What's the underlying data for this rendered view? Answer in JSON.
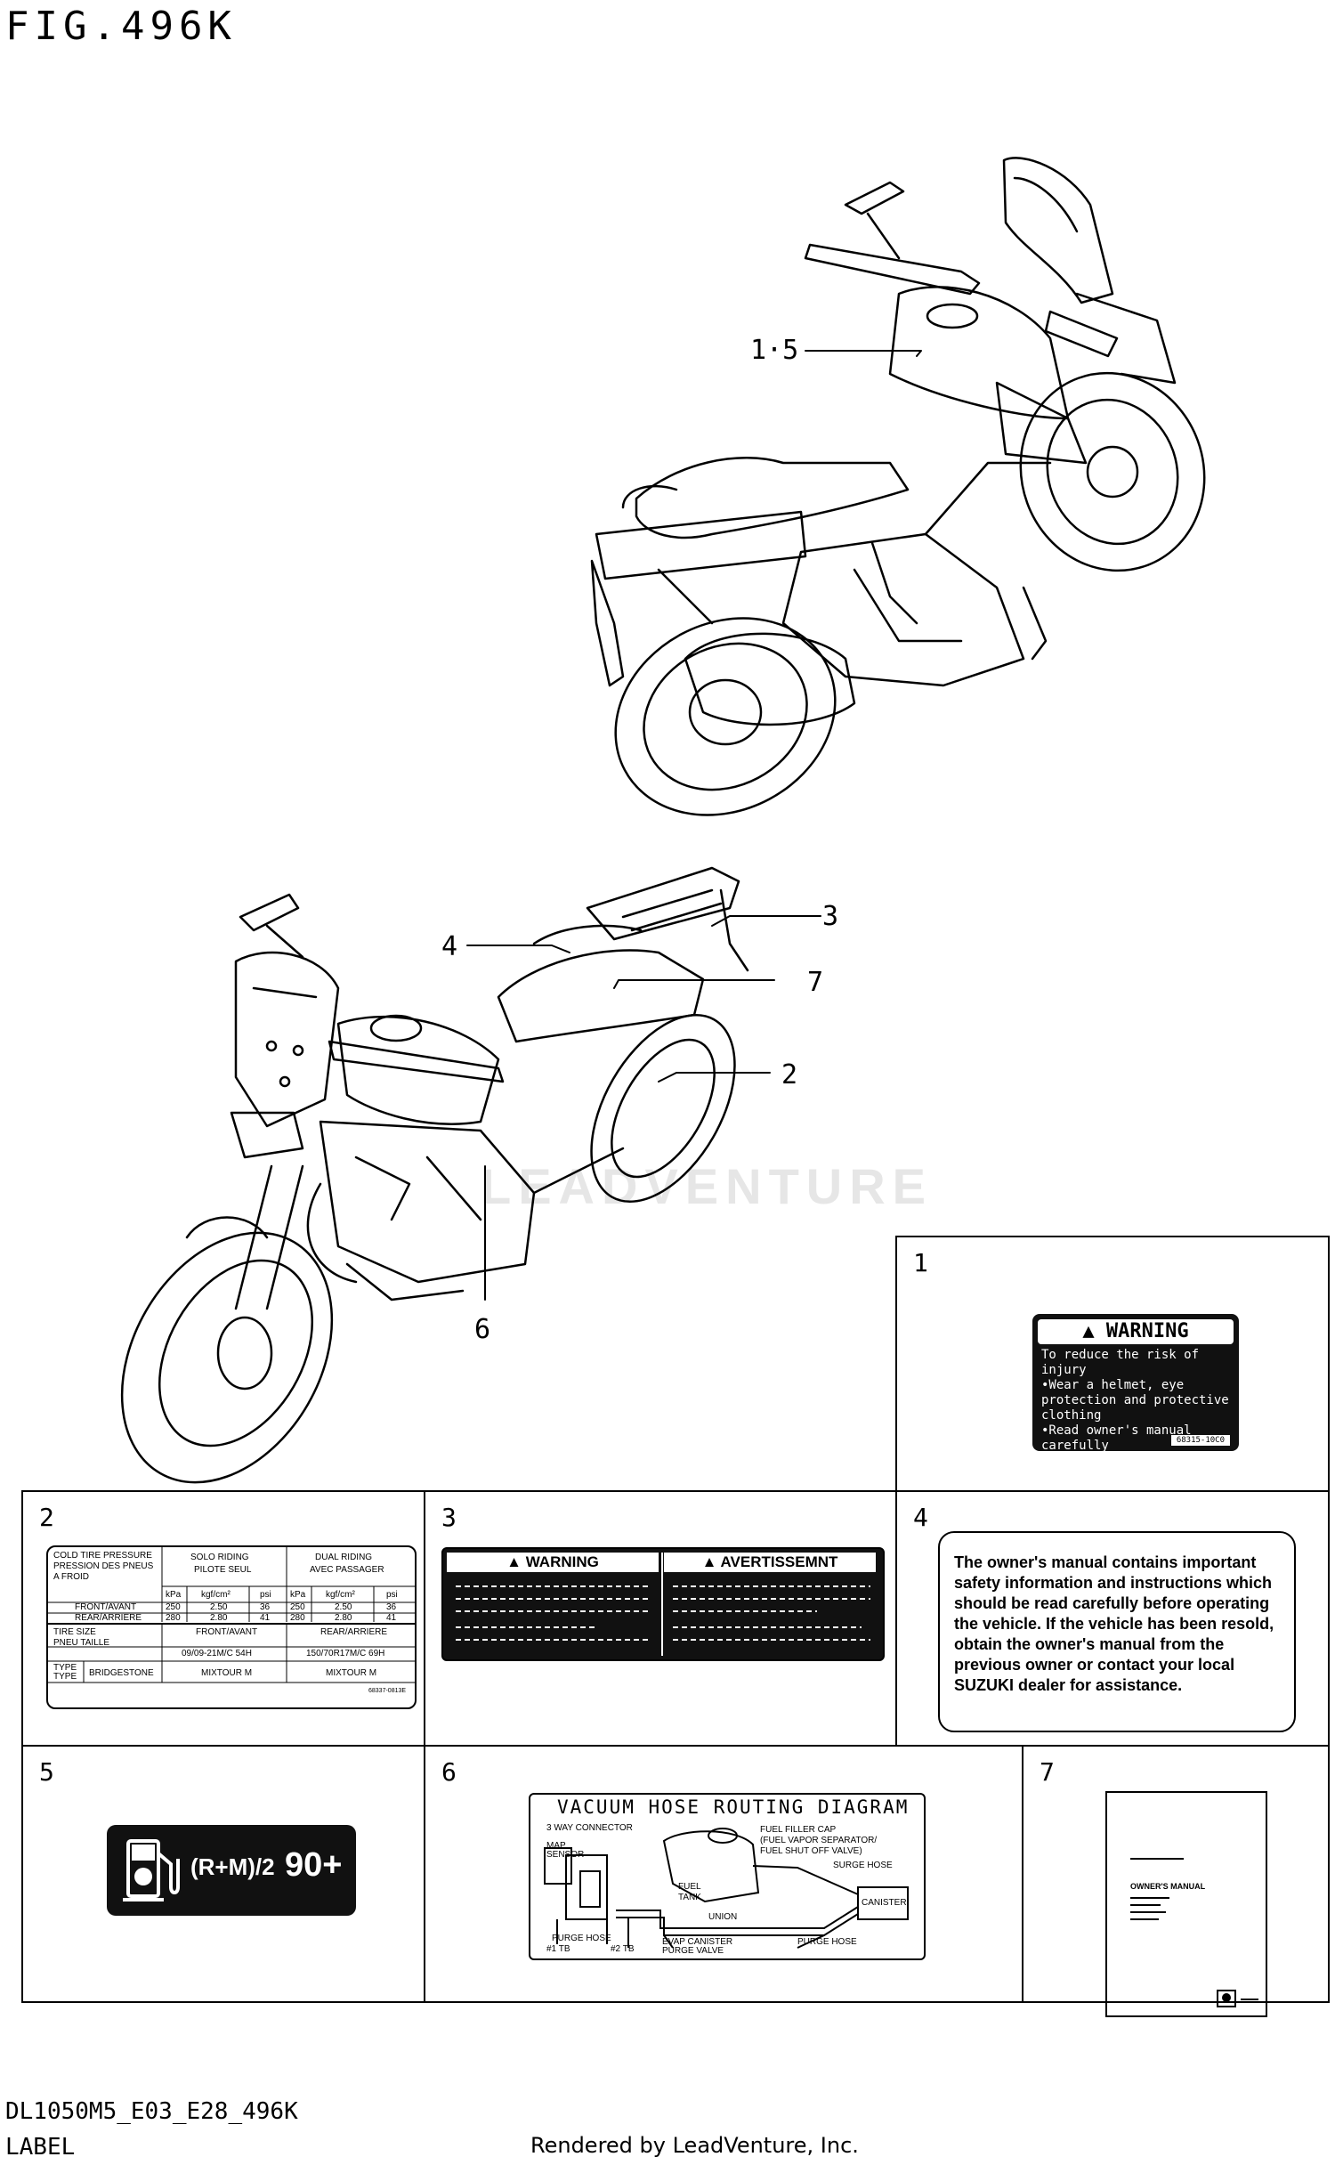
{
  "figure": {
    "title": "FIG.496K"
  },
  "callouts": {
    "c15": "1·5",
    "c3": "3",
    "c4": "4",
    "c7": "7",
    "c2": "2",
    "c6": "6"
  },
  "panels": {
    "p1": {
      "number": "1",
      "header": "WARNING",
      "body": "To reduce the risk of injury\n•Wear a helmet, eye\n  protection and protective\n  clothing\n•Read owner's manual\n  carefully",
      "code": "68315-10C0"
    },
    "p2": {
      "number": "2",
      "r1c1": "COLD TIRE PRESSURE",
      "r1c1b": "PRESSION DES PNEUS",
      "r1c1c": "A FROID",
      "solo": "SOLO RIDING",
      "solo_fr": "PILOTE SEUL",
      "dual": "DUAL RIDING",
      "dual_fr": "AVEC PASSAGER",
      "u1": "kPa",
      "u2": "kgf/cm²",
      "u3": "psi",
      "u4": "kPa",
      "u5": "kgf/cm²",
      "u6": "psi",
      "front": "FRONT/AVANT",
      "rear": "REAR/ARRIERE",
      "front_vals": [
        "250",
        "2.50",
        "36",
        "250",
        "2.50",
        "36"
      ],
      "rear_vals": [
        "280",
        "2.80",
        "41",
        "280",
        "2.80",
        "41"
      ],
      "size_lbl": "TIRE SIZE",
      "size_lbl_fr": "PNEU TAILLE",
      "front_hdr": "FRONT/AVANT",
      "rear_hdr": "REAR/ARRIERE",
      "front_size": "09/09-21M/C 54H",
      "rear_size": "150/70R17M/C 69H",
      "type_lbl": "TYPE",
      "type_lbl2": "TYPE",
      "brand": "BRIDGESTONE",
      "front_type": "MIXTOUR M",
      "rear_type": "MIXTOUR M",
      "code": "68337-0813E"
    },
    "p3": {
      "number": "3",
      "h1": "WARNING",
      "h2": "AVERTISSEMNT"
    },
    "p4": {
      "number": "4",
      "text": "The owner's manual contains important safety information and instructions which should be read carefully before operating the vehicle. If the vehicle has been resold, obtain the owner's manual from the previous owner or contact your local SUZUKI dealer for assistance."
    },
    "p5": {
      "number": "5",
      "formula": "(R+M)/2",
      "octane": "90+"
    },
    "p6": {
      "number": "6",
      "header": "VACUUM HOSE ROUTING DIAGRAM",
      "l1": "3 WAY CONNECTOR",
      "l2": "MAP",
      "l3": "SENSOR",
      "l4": "FUEL FILLER CAP",
      "l5": "(FUEL VAPOR SEPARATOR/",
      "l6": "FUEL SHUT OFF VALVE)",
      "l7": "SURGE HOSE",
      "l8": "FUEL",
      "l9": "TANK",
      "l10": "CANISTER",
      "l11": "UNION",
      "l12": "PURGE HOSE",
      "l13": "#1 TB",
      "l14": "#2 TB",
      "l15": "EVAP CANISTER",
      "l16": "PURGE VALVE",
      "l17": "PURGE HOSE"
    },
    "p7": {
      "number": "7",
      "title": "OWNER'S MANUAL"
    }
  },
  "footer": {
    "code": "DL1050M5_E03_E28_496K",
    "label": "LABEL",
    "rendered": "Rendered by LeadVenture, Inc.",
    "watermark": "LEADVENTURE"
  }
}
